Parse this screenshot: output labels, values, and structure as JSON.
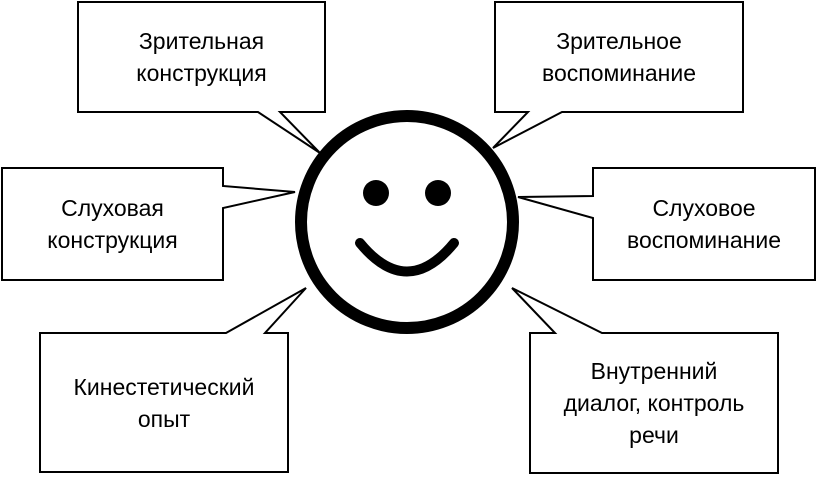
{
  "colors": {
    "stroke": "#000000",
    "background": "#ffffff"
  },
  "center": {
    "icon": "smiley-face-icon"
  },
  "callouts": {
    "visual_construction": {
      "lines": [
        "Зрительная",
        "конструкция"
      ]
    },
    "visual_memory": {
      "lines": [
        "Зрительное",
        "воспоминание"
      ]
    },
    "auditory_construction": {
      "lines": [
        "Слуховая",
        "конструкция"
      ]
    },
    "auditory_memory": {
      "lines": [
        "Слуховое",
        "воспоминание"
      ]
    },
    "kinesthetic": {
      "lines": [
        "Кинестетический",
        "опыт"
      ]
    },
    "internal_dialogue": {
      "lines": [
        "Внутренний",
        "диалог, контроль",
        "речи"
      ]
    }
  }
}
